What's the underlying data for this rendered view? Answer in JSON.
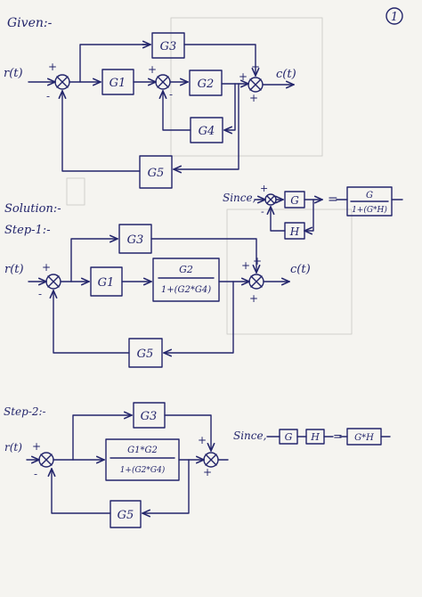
{
  "page_number": "1",
  "sections": {
    "given": "Given:-",
    "solution": "Solution:-",
    "step1": "Step-1:-",
    "step2": "Step-2:-"
  },
  "signals": {
    "input": "r(t)",
    "output": "c(t)"
  },
  "blocks": {
    "g1": "G1",
    "g2": "G2",
    "g3": "G3",
    "g4": "G4",
    "g5": "G5",
    "g": "G",
    "h": "H"
  },
  "expressions": {
    "feedback_num": "G",
    "feedback_den": "1+(G*H)",
    "step1_num": "G2",
    "step1_den": "1+(G2*G4)",
    "step2_num": "G1*G2",
    "step2_den": "1+(G2*G4)",
    "series_result": "G*H"
  },
  "labels": {
    "since": "Since,",
    "equals": "="
  },
  "signs": {
    "plus": "+",
    "minus": "-"
  }
}
